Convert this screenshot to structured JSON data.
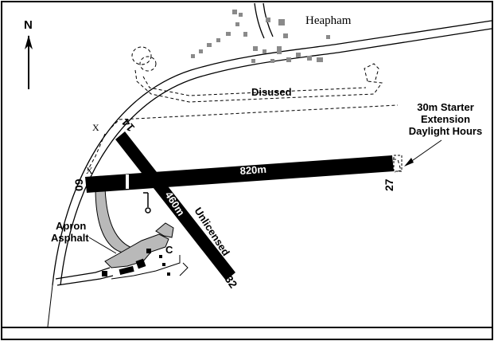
{
  "map": {
    "village_name": "Heapham",
    "north_label": "N",
    "disused_label": "Disused",
    "starter_note": [
      "30m Starter",
      "Extension",
      "Daylight Hours"
    ],
    "apron_label": [
      "Apron",
      "Asphalt"
    ],
    "unlicensed_label": "Unlicensed",
    "runways": {
      "main": {
        "length_label": "820m",
        "end_west": "09",
        "end_east": "27"
      },
      "cross": {
        "length_label": "460m",
        "end_nw": "14",
        "end_se": "32"
      }
    },
    "marker_c": "C",
    "x_marks": [
      "X",
      "X"
    ],
    "colors": {
      "ink": "#000000",
      "buildings": "#8a8a8a",
      "apron": "#b9b9b9",
      "paper": "#ffffff"
    }
  }
}
